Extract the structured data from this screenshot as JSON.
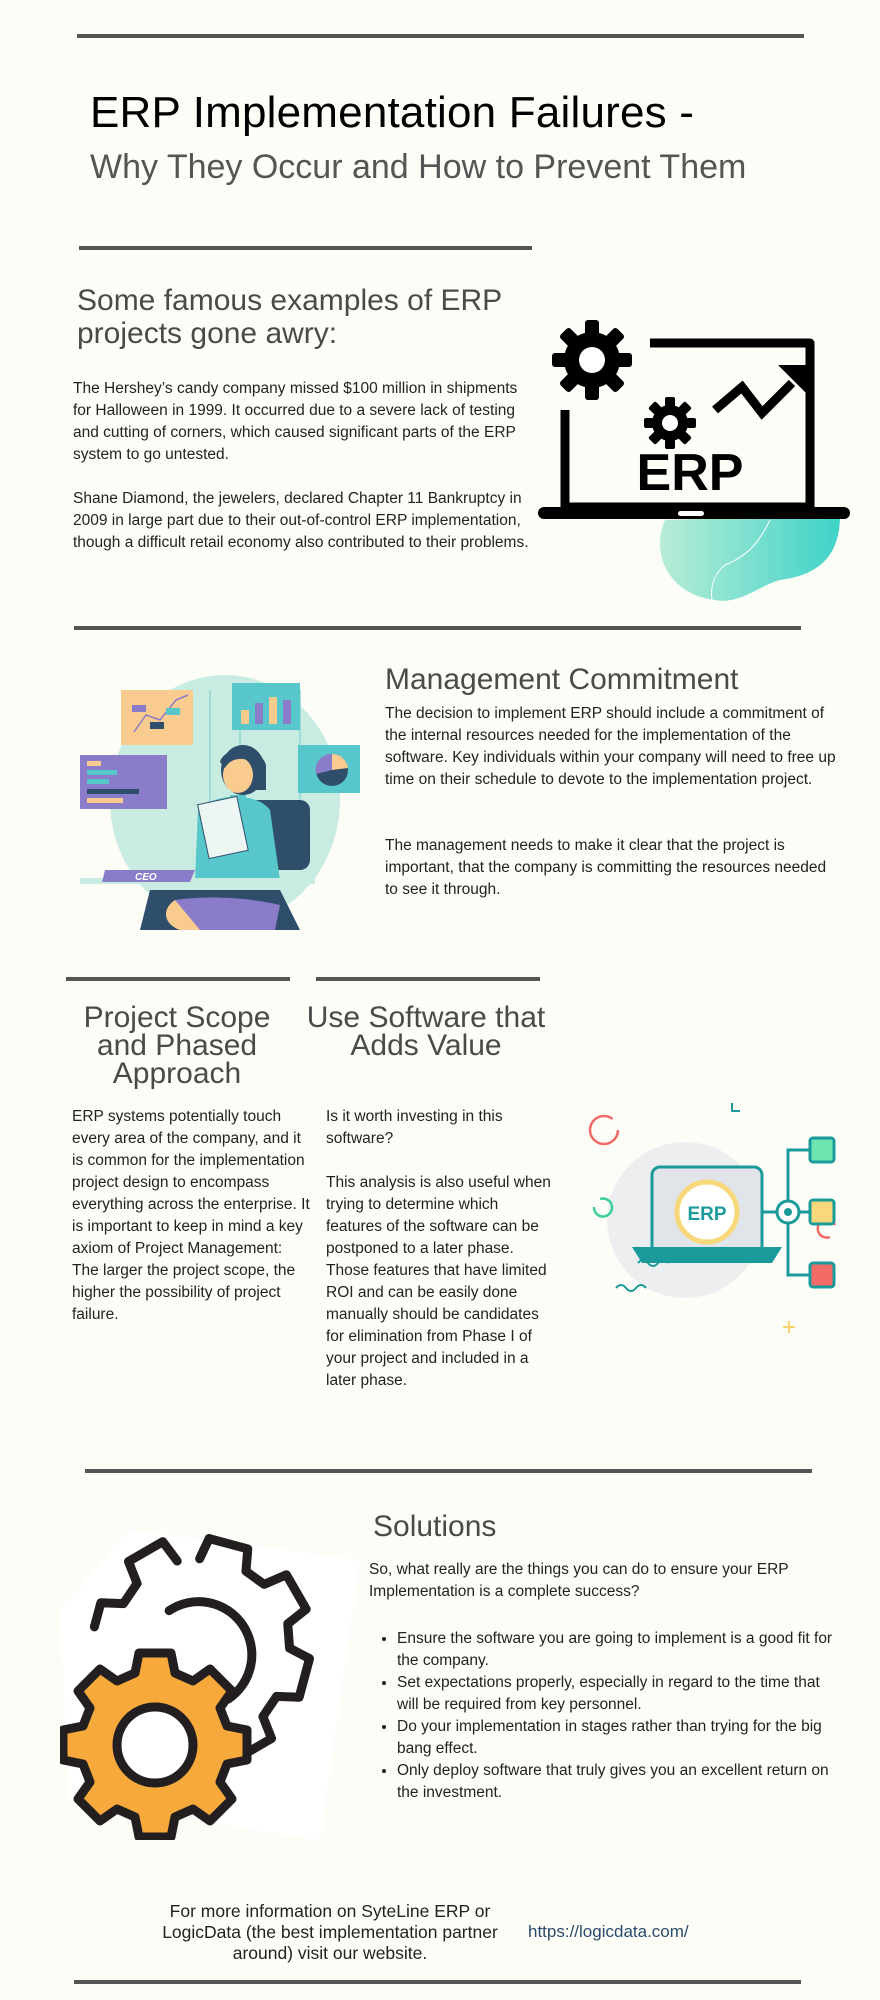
{
  "header": {
    "title": "ERP Implementation Failures -",
    "subtitle": "Why They Occur and How to Prevent Them"
  },
  "examples": {
    "heading": "Some famous examples of ERP projects gone awry:",
    "paragraphs": [
      "The Hershey’s candy company missed $100 million in shipments for Halloween in 1999. It occurred due to a severe lack of testing and cutting of corners, which caused significant parts of the ERP system to go untested.",
      "Shane Diamond, the jewelers, declared Chapter 11 Bankruptcy in 2009 in large part due to their out-of-control ERP implementation, though a difficult retail economy also contributed to their problems."
    ],
    "illustration": {
      "icon": "erp-laptop-icon",
      "label": "ERP"
    }
  },
  "management": {
    "heading": "Management Commitment",
    "paragraphs": [
      "The decision to implement ERP should include a commitment of the internal resources needed for the implementation of the software. Key individuals within your company will need to free up time on their schedule to devote to the implementation project.",
      "The management needs to make it clear that the project is important, that the company is committing the resources needed to see it through."
    ],
    "illustration": {
      "icon": "ceo-illustration",
      "label": "CEO"
    }
  },
  "scope": {
    "heading": "Project Scope and Phased Approach",
    "body": "ERP systems potentially touch every area of the company, and it is common for the implementation project design to encompass everything across the enterprise. It is important to keep in mind a key axiom of Project Management:  The larger the project scope, the higher the possibility of project failure."
  },
  "value": {
    "heading": "Use Software that Adds Value",
    "paragraphs": [
      "Is it worth investing in this software?",
      "This analysis is also useful when trying to determine which features of the software can be postponed to a later phase.  Those features that have limited ROI and can be easily done manually should be candidates for elimination from Phase I of your project and included in a later phase."
    ],
    "illustration": {
      "icon": "erp-network-icon",
      "label": "ERP"
    }
  },
  "solutions": {
    "heading": "Solutions",
    "intro": "So, what really are the things you can do to ensure your ERP Implementation is a complete success?",
    "items": [
      "Ensure the software you are going to implement is a good fit for the company.",
      "Set expectations properly, especially in regard to the time that will be required from key personnel.",
      "Do your implementation in stages rather than trying for the big bang effect.",
      "Only deploy software that truly gives you an excellent return on the investment."
    ]
  },
  "footer": {
    "text": "For more information on SyteLine ERP or LogicData (the best implementation partner around) visit our website.",
    "link": "https://logicdata.com/"
  },
  "colors": {
    "background": "#fdfdf8",
    "rule": "#555555",
    "heading": "#4a4a4a",
    "link": "#2b4a6b",
    "teal": "#1a9a9a",
    "orange": "#f7a93b"
  }
}
